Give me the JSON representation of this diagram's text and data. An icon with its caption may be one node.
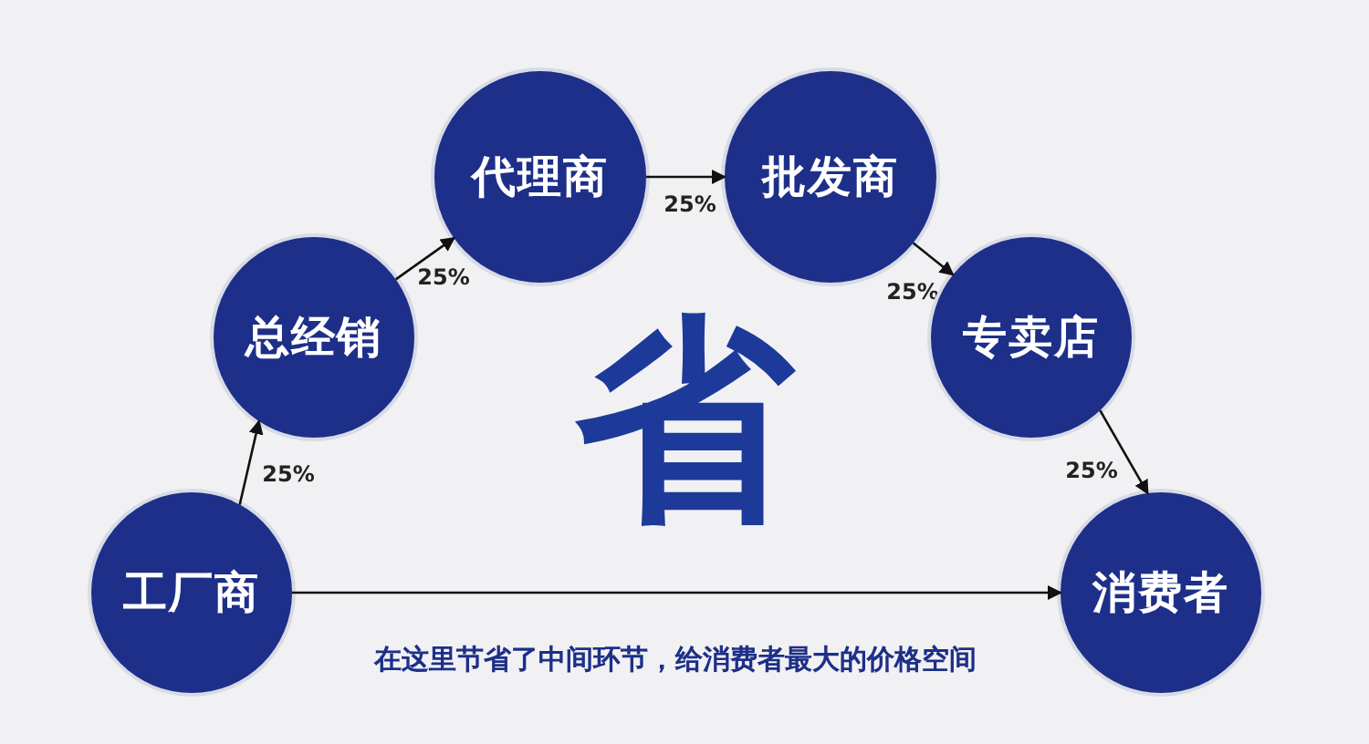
{
  "diagram": {
    "nodes": [
      {
        "text": [
          "工厂商"
        ]
      },
      {
        "text": [
          "总经销"
        ]
      },
      {
        "text": [
          "代理商"
        ]
      },
      {
        "text": [
          "批发商"
        ]
      },
      {
        "text": [
          "专卖店"
        ]
      },
      {
        "text": [
          "消费者"
        ]
      }
    ],
    "edges": [
      {
        "from": 0,
        "to": 1,
        "arrow": "to",
        "label": "25%"
      },
      {
        "from": 1,
        "to": 2,
        "arrow": "to",
        "label": "25%"
      },
      {
        "from": 2,
        "to": 3,
        "arrow": "to",
        "label": "25%"
      },
      {
        "from": 3,
        "to": 4,
        "arrow": "to",
        "label": "25%"
      },
      {
        "from": 4,
        "to": 5,
        "arrow": "to",
        "label": "25%"
      },
      {
        "from": 0,
        "to": 5,
        "arrow": "to"
      }
    ],
    "labels": [
      "省",
      "在这里节省了中间环节，给消费者最大的价格空间"
    ]
  }
}
